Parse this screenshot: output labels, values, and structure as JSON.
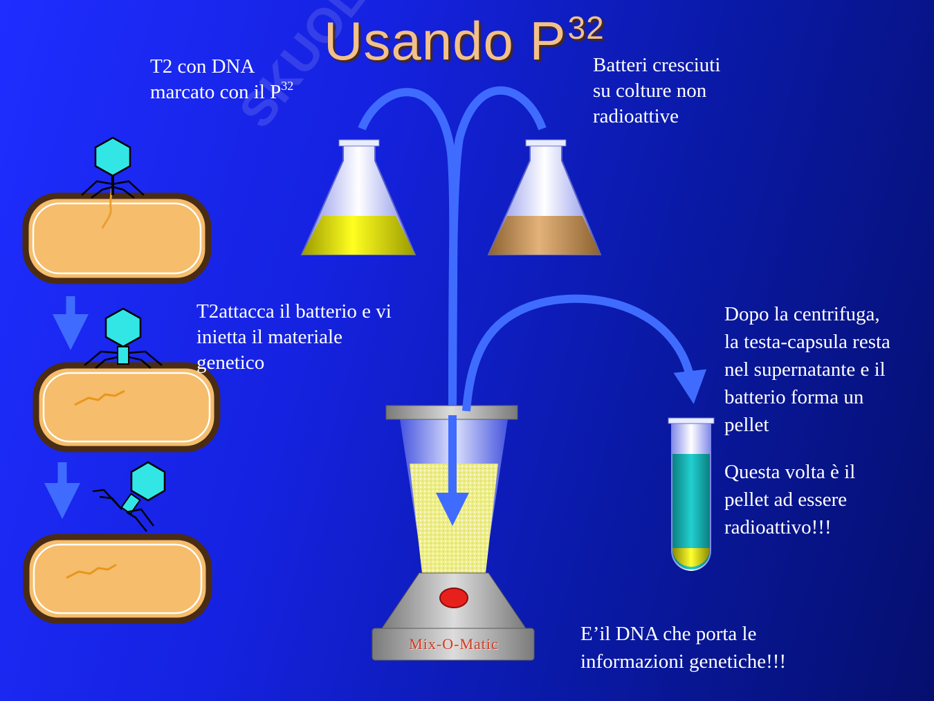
{
  "title": {
    "main": "Usando P",
    "sup": "32"
  },
  "labels": {
    "t2": {
      "line1": "T2 con DNA",
      "line2": "marcato con il P",
      "sup": "32"
    },
    "bacteria": "Batteri cresciuti\nsu colture non\nradioattive",
    "attack": "T2attacca il batterio e vi\ninietta il materiale\ngenetico",
    "centrifuge": "Dopo la centrifuga,\nla testa-capsula resta\nnel supernatante e il\nbatterio forma un\npellet",
    "radioactive": "Questa volta è il\npellet ad essere\nradioattivo!!!",
    "conclusion": "E’il DNA che porta le\ninformazioni genetiche!!!",
    "mixer": "Mix-O-Matic",
    "watermark": "SKUOLA.NET"
  },
  "colors": {
    "bacterium_fill": "#f5bd6c",
    "bacterium_border": "#4a2c14",
    "phage": "#33e6e6",
    "arrow": "#3f6cff",
    "flask_radioactive": "#dcdc00",
    "flask_normal": "#c9955a",
    "tube_liquid": "#10b2b2",
    "tube_pellet": "#e6e600",
    "mixer_liquid": "#f0f08a",
    "mixer_button": "#e8201c"
  }
}
